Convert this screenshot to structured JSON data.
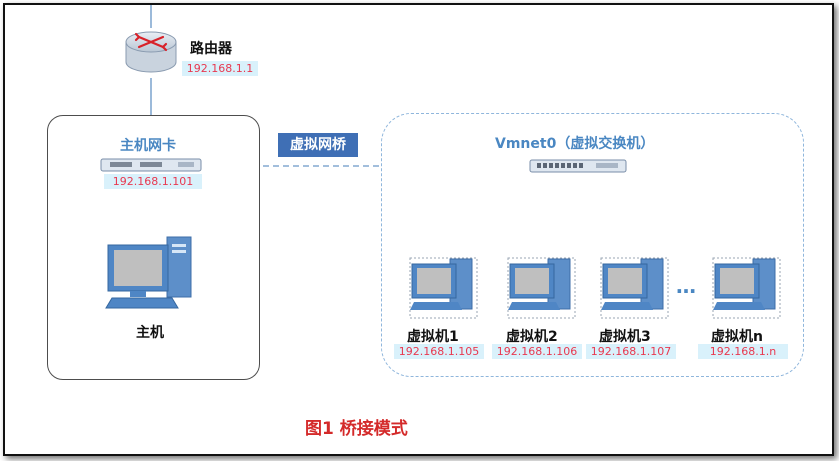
{
  "router": {
    "label": "路由器",
    "ip": "192.168.1.1"
  },
  "host": {
    "nic_label": "主机网卡",
    "nic_ip": "192.168.1.101",
    "label": "主机"
  },
  "bridge": {
    "label": "虚拟网桥"
  },
  "vswitch": {
    "label": "Vmnet0（虚拟交换机）"
  },
  "vms": [
    {
      "label": "虚拟机1",
      "ip": "192.168.1.105"
    },
    {
      "label": "虚拟机2",
      "ip": "192.168.1.106"
    },
    {
      "label": "虚拟机3",
      "ip": "192.168.1.107"
    },
    {
      "label": "虚拟机n",
      "ip": "192.168.1.n"
    }
  ],
  "ellipsis": "…",
  "caption": "图1  桥接模式",
  "colors": {
    "ip_text": "#e8384f",
    "ip_bg": "#d9f1fb",
    "accent_blue": "#4a87c2",
    "bridge_bg": "#3f6fb5",
    "caption": "#d42a2a"
  }
}
